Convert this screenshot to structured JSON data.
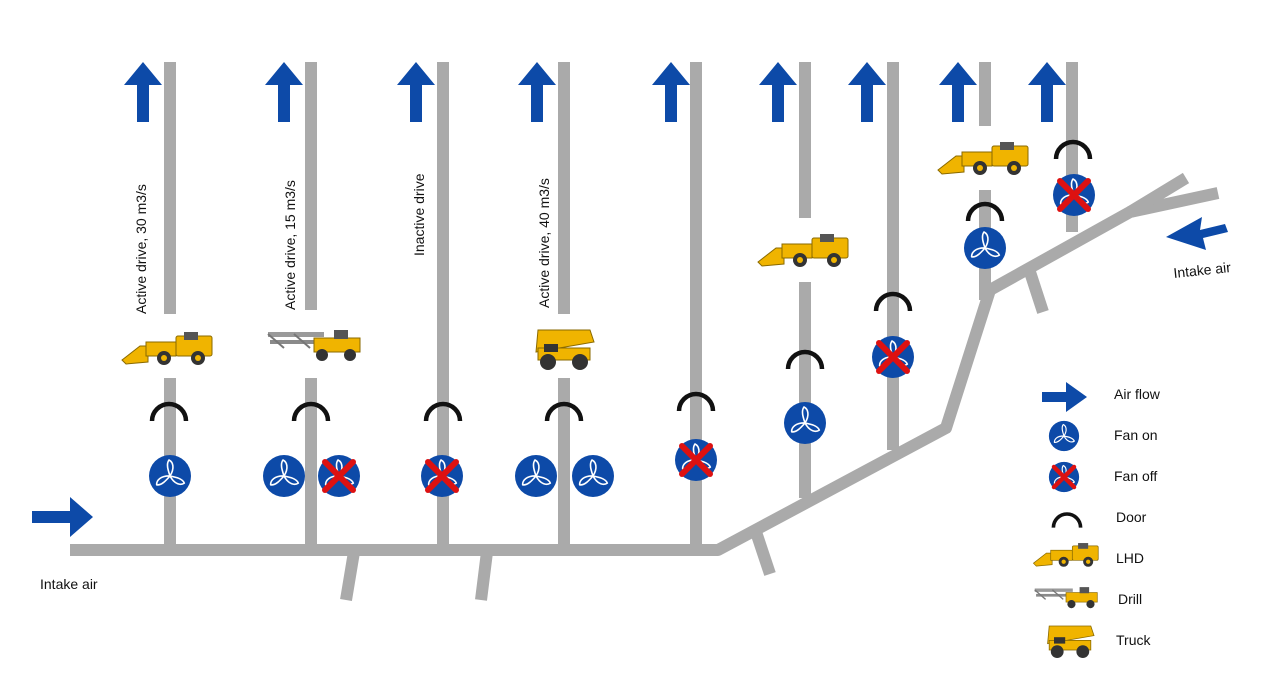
{
  "colors": {
    "duct": "#aaaaaa",
    "arrow": "#0d4aa8",
    "fan": "#0d4aa8",
    "fan_off_cross": "#dd1111",
    "door": "#111111",
    "vehicle_yellow": "#f0b400",
    "vehicle_dark": "#333333"
  },
  "labels": {
    "intake_left": "Intake air",
    "intake_right": "Intake air",
    "drive_1": "Active drive, 30 m3/s",
    "drive_2": "Active drive, 15 m3/s",
    "drive_3": "Inactive drive",
    "drive_4": "Active drive, 40 m3/s"
  },
  "legend": {
    "items": [
      {
        "icon": "air-flow-arrow-icon",
        "label": "Air flow"
      },
      {
        "icon": "fan-on-icon",
        "label": "Fan on"
      },
      {
        "icon": "fan-off-icon",
        "label": "Fan off"
      },
      {
        "icon": "door-icon",
        "label": "Door"
      },
      {
        "icon": "lhd-icon",
        "label": "LHD"
      },
      {
        "icon": "drill-icon",
        "label": "Drill"
      },
      {
        "icon": "truck-icon",
        "label": "Truck"
      }
    ]
  },
  "drives": [
    {
      "label": "Active drive, 30 m3/s",
      "fans": [
        "on"
      ],
      "door": true,
      "vehicle": "LHD"
    },
    {
      "label": "Active drive, 15 m3/s",
      "fans": [
        "on",
        "off"
      ],
      "door": true,
      "vehicle": "Drill"
    },
    {
      "label": "Inactive drive",
      "fans": [
        "off"
      ],
      "door": true,
      "vehicle": ""
    },
    {
      "label": "Active drive, 40 m3/s",
      "fans": [
        "on",
        "on"
      ],
      "door": true,
      "vehicle": "Truck"
    },
    {
      "label": "",
      "fans": [
        "off"
      ],
      "door": true,
      "vehicle": ""
    },
    {
      "label": "",
      "fans": [
        "on"
      ],
      "door": true,
      "vehicle": "LHD"
    },
    {
      "label": "",
      "fans": [
        "off"
      ],
      "door": true,
      "vehicle": ""
    },
    {
      "label": "",
      "fans": [
        "on"
      ],
      "door": true,
      "vehicle": "LHD"
    },
    {
      "label": "",
      "fans": [
        "off"
      ],
      "door": true,
      "vehicle": ""
    }
  ]
}
